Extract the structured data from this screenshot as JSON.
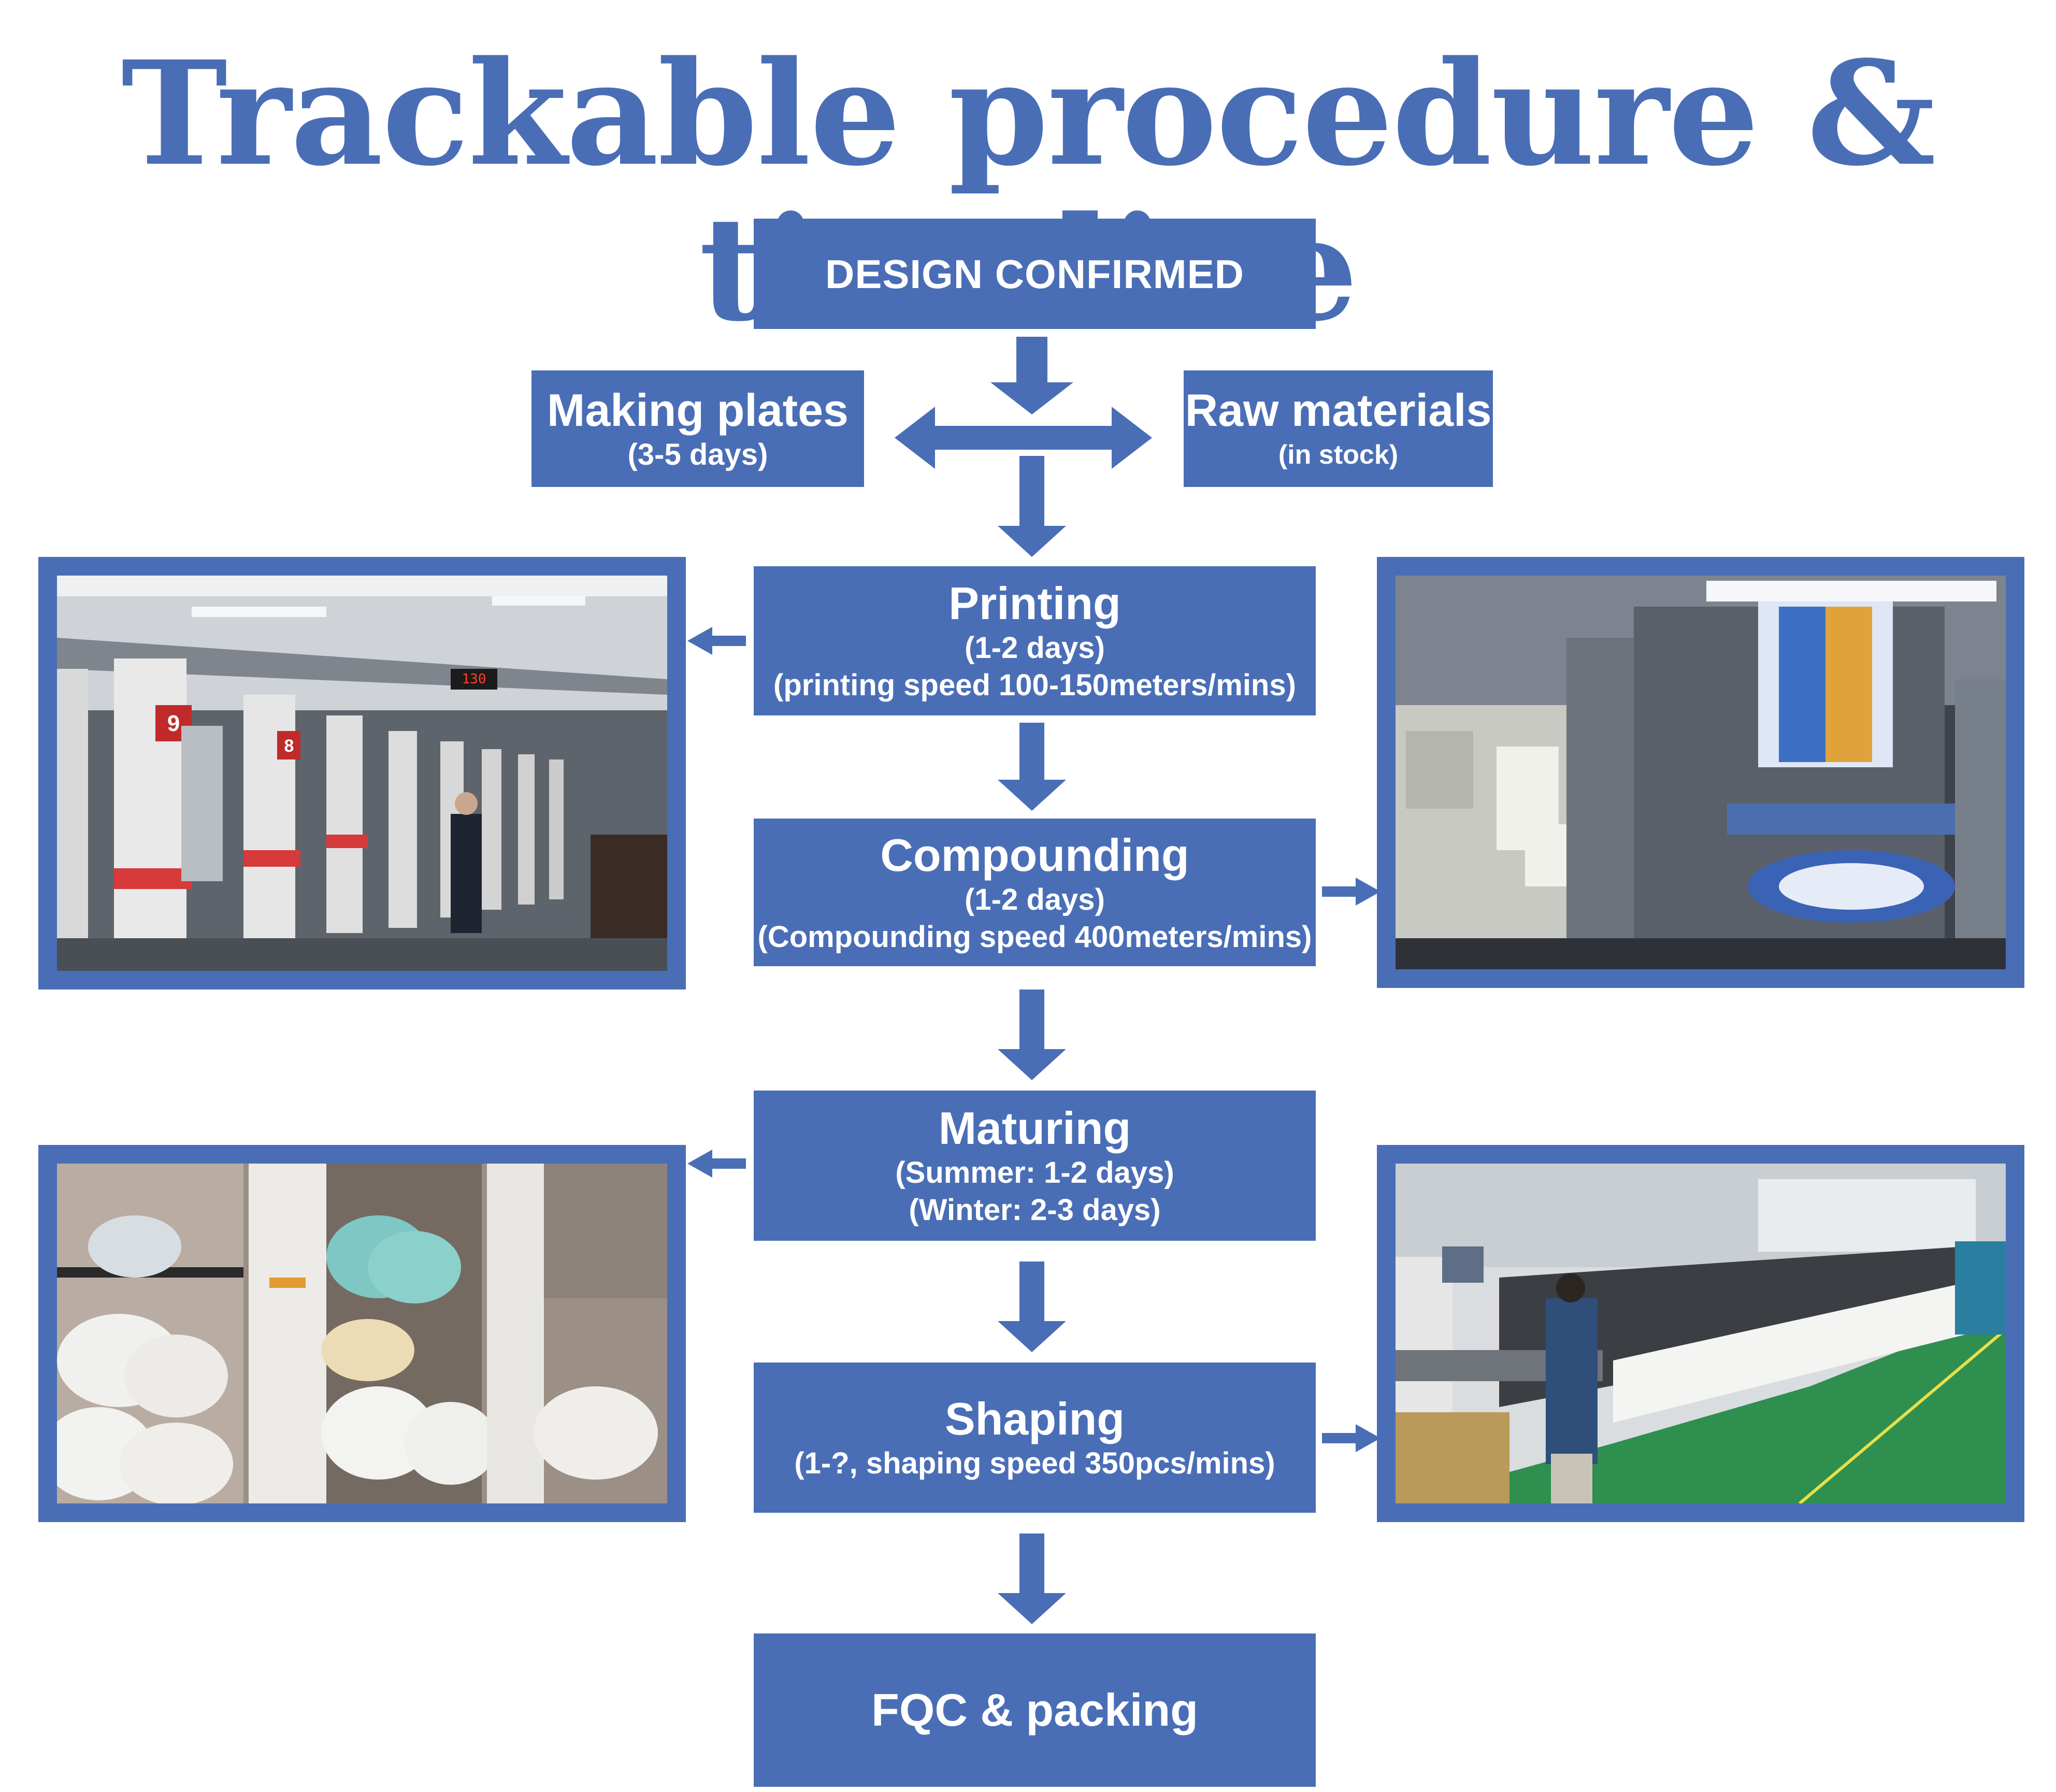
{
  "title": "Trackable procedure & timeline",
  "colors": {
    "brand_blue": "#4a6eb6",
    "background": "#ffffff"
  },
  "steps": {
    "design": {
      "label": "DESIGN CONFIRMED"
    },
    "plates": {
      "label": "Making plates",
      "detail": "(3-5 days)"
    },
    "raw": {
      "label": "Raw materials",
      "detail": "(in stock)"
    },
    "printing": {
      "label": "Printing",
      "detail1": "(1-2 days)",
      "detail2": "(printing speed 100-150meters/mins)"
    },
    "compounding": {
      "label": "Compounding",
      "detail1": "(1-2 days)",
      "detail2": "(Compounding speed 400meters/mins)"
    },
    "maturing": {
      "label": "Maturing",
      "detail1": "(Summer: 1-2 days)",
      "detail2": "(Winter: 2-3 days)"
    },
    "shaping": {
      "label": "Shaping",
      "detail1": "(1-?, shaping speed 350pcs/mins)"
    },
    "fqc": {
      "label": "FQC & packing"
    }
  },
  "photos": {
    "printing_line": {
      "counter": "130",
      "unit_a": "9",
      "unit_b": "8"
    },
    "compounding_machine": {},
    "maturing_room": {},
    "shaping_line": {}
  }
}
